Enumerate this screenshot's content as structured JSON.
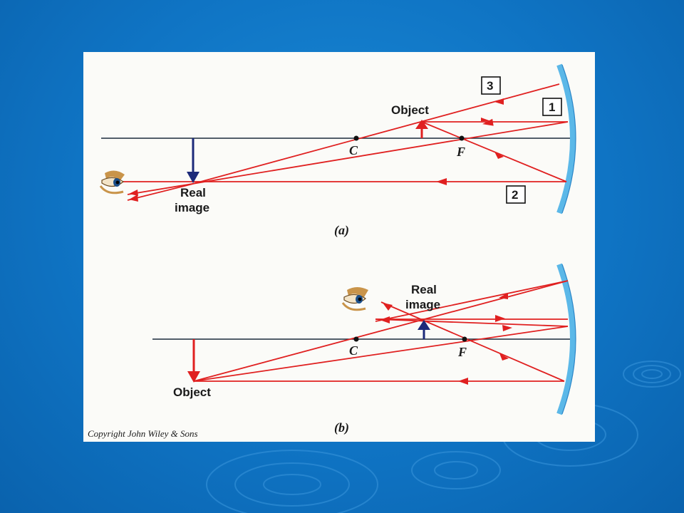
{
  "diagram_a": {
    "object_label": "Object",
    "image_label_line1": "Real",
    "image_label_line2": "image",
    "c_label": "C",
    "f_label": "F",
    "ray1": "1",
    "ray2": "2",
    "ray3": "3",
    "caption": "(a)"
  },
  "diagram_b": {
    "object_label": "Object",
    "image_label_line1": "Real",
    "image_label_line2": "image",
    "c_label": "C",
    "f_label": "F",
    "caption": "(b)"
  },
  "copyright": "Copyright John Wiley & Sons",
  "colors": {
    "ray": "#e02020",
    "object_arrow_a": "#e02020",
    "image_arrow": "#1c2a7a",
    "mirror": "#5bb8e8",
    "background": "#1276c6"
  }
}
